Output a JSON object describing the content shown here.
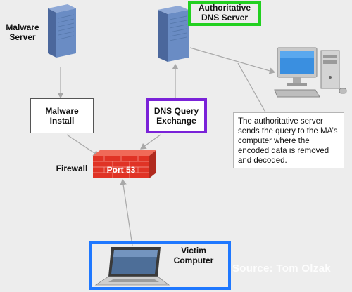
{
  "nodes": {
    "malware_server": "Malware\nServer",
    "auth_dns_server": "Authoritative\nDNS Server",
    "malware_install": "Malware\nInstall",
    "dns_query_exchange": "DNS Query\nExchange",
    "firewall": "Firewall",
    "port": "Port 53",
    "victim_computer": "Victim\nComputer"
  },
  "callout_text": "The authoritative server sends the query to the MA’s computer where the encoded data is removed and decoded.",
  "watermark": "Source: Tom Olzak",
  "colors": {
    "background": "#ededed",
    "highlight_green": "#22d020",
    "highlight_purple": "#7a22d8",
    "highlight_blue": "#1f78ff",
    "server_blue": "#5d7db3",
    "firewall_red": "#e03325",
    "edge_gray": "#a8a8a8"
  },
  "icons": [
    "server-icon",
    "desktop-computer-icon",
    "firewall-icon",
    "laptop-icon"
  ]
}
